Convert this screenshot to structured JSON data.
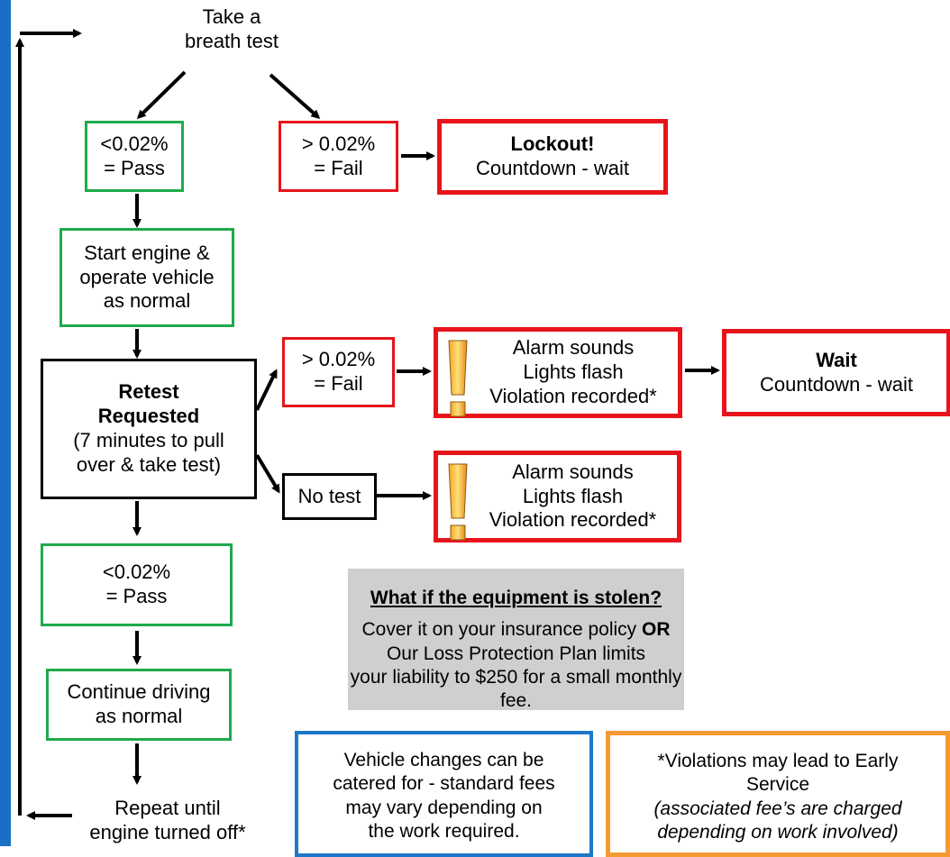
{
  "start": {
    "line1": "Take a",
    "line2": "breath test"
  },
  "pass_1": {
    "line1": "<0.02%",
    "line2": "= Pass"
  },
  "fail_1": {
    "line1": "> 0.02%",
    "line2": "= Fail"
  },
  "lockout": {
    "title": "Lockout!",
    "line2": "Countdown - wait"
  },
  "start_engine": {
    "line1": "Start engine &",
    "line2": "operate vehicle",
    "line3": "as normal"
  },
  "retest": {
    "title1": "Retest",
    "title2": "Requested",
    "line3": "(7 minutes to pull",
    "line4": "over & take test)"
  },
  "fail_2": {
    "line1": "> 0.02%",
    "line2": "= Fail"
  },
  "alarm_1": {
    "line1": "Alarm sounds",
    "line2": "Lights flash",
    "line3": "Violation recorded*"
  },
  "wait": {
    "title": "Wait",
    "line2": "Countdown - wait"
  },
  "no_test": {
    "label": "No test"
  },
  "alarm_2": {
    "line1": "Alarm sounds",
    "line2": "Lights flash",
    "line3": "Violation recorded*"
  },
  "pass_2": {
    "line1": "<0.02%",
    "line2": "= Pass"
  },
  "continue": {
    "line1": "Continue driving",
    "line2": "as normal"
  },
  "repeat": {
    "line1": "Repeat until",
    "line2": "engine turned off*"
  },
  "stolen": {
    "heading": "What if the equipment is stolen?",
    "line1_pre": "Cover it on your insurance policy ",
    "line1_bold": "OR",
    "line2": "Our Loss Protection Plan limits",
    "line3": "your liability to $250 for a small monthly fee."
  },
  "vehicle_changes": {
    "line1": "Vehicle changes can be",
    "line2": "catered for - standard fees",
    "line3": "may vary depending on",
    "line4": "the work required."
  },
  "violations_note": {
    "line1": "*Violations may lead to Early",
    "line2": "Service",
    "line3": "(associated fee’s are  charged",
    "line4": "depending on work involved)"
  },
  "colors": {
    "pass": "#1faa4b",
    "fail": "#e8141b",
    "info": "#1f77c9",
    "note": "#f59a32",
    "sidebar": "#1a6fc4",
    "panel": "#cfcfcf"
  },
  "icons": [
    "warning-exclamation-icon"
  ]
}
